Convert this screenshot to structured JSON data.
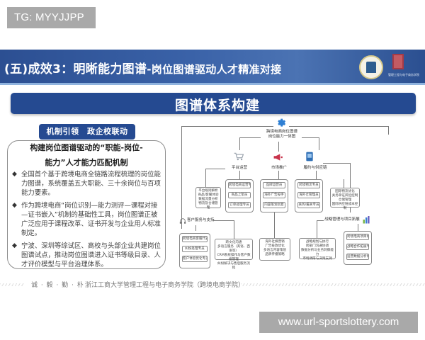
{
  "overlays": {
    "top_watermark": "TG: MYYJJPP",
    "bottom_watermark": "www.url-sportslottery.com"
  },
  "slide": {
    "title": {
      "main": "(五)成效3：明晰能力图谱",
      "sub": "-岗位图谱驱动人才精准对接"
    },
    "logos": {
      "university_seal": "university-seal-icon",
      "school_emblem": "school-emblem-icon",
      "school_caption": "管理工程与电子商务学院"
    },
    "section_header": "图谱体系构建",
    "left_panel": {
      "pill": "机制引领　政企校联动",
      "heading_line1": "构建岗位图谱驱动的“职能-岗位-",
      "heading_line2": "能力”人才能力匹配机制",
      "bullet_mark": "◆",
      "bullets": [
        "全国首个基于跨境电商全链路流程梳理的岗位能力图谱，系统覆盖五大职能、三十余岗位与百项能力要素。",
        "作为跨境电商“岗位识别—能力测评—课程对接—证书嵌入”机制的基础性工具，岗位图谱正被广泛应用于课程改革、证书开发与企业用人标准制定。",
        "宁波、深圳等综试区、高校与头部企业共建岗位图谱试点，推动岗位图谱进入证书等级目录、人才评价模型与平台治理体系。"
      ]
    },
    "diagram": {
      "root": {
        "icon": "gear-icon",
        "label_line1": "跨境电商岗位图谱",
        "label_line2": "岗位能力一体图"
      },
      "functions": [
        {
          "icon": "shopping-cart-icon",
          "label": "平台运营",
          "side_box": [
            "平台规则解析",
            "商品/客服体验",
            "数据流量分析",
            "物流及仓储管理"
          ],
          "chips": [
            "跨境电商运营专员",
            "商品上架员",
            "订单处理专员"
          ]
        },
        {
          "icon": "megaphone-icon",
          "label": "市场推广",
          "chips": [
            "品牌运营员",
            "海外广告投手",
            "内容策划创意"
          ]
        },
        {
          "icon": "phone-app-icon",
          "label": "履约与供应链",
          "chips": [
            "跨境物流专员",
            "海外仓管理员",
            "关务/报关专员"
          ],
          "side_box": [
            "国际物流优化",
            "关务单证风险控制",
            "仓储管理",
            "国际供应链成本控制"
          ]
        },
        {
          "icon": "headset-icon",
          "label": "客户服务与支持",
          "chips": [
            "跨境电商客服代表",
            "纠纷处理专员",
            "客户体验优化专员"
          ],
          "side_box": [
            "跨文化沟通",
            "多语言服务（英语、西语等）",
            "CRM系统操作与客户数据管理",
            "纠纷解决与售后服务流程"
          ]
        },
        {
          "icon": "bar-chart-icon",
          "label": "战略管理与项目拓展",
          "chips": [
            "跨境电商项目经理",
            "战略合作拓展专员",
            "运营数据分析师"
          ],
          "side_box": [
            "战略规划与执行",
            "跨部门沟通协调",
            "数据分析与业务洞察能力",
            "市场调研与决策支持"
          ]
        }
      ],
      "marketing_detail_box": [
        "海外社媒营销",
        "广告投放优化",
        "多语言内容策划",
        "品牌传播策略"
      ]
    },
    "footer": {
      "motto": "诚 · 毅 · 勤 · 朴",
      "school": "浙江工商大学管理工程与电子商务学院（跨境电商学院）"
    }
  }
}
